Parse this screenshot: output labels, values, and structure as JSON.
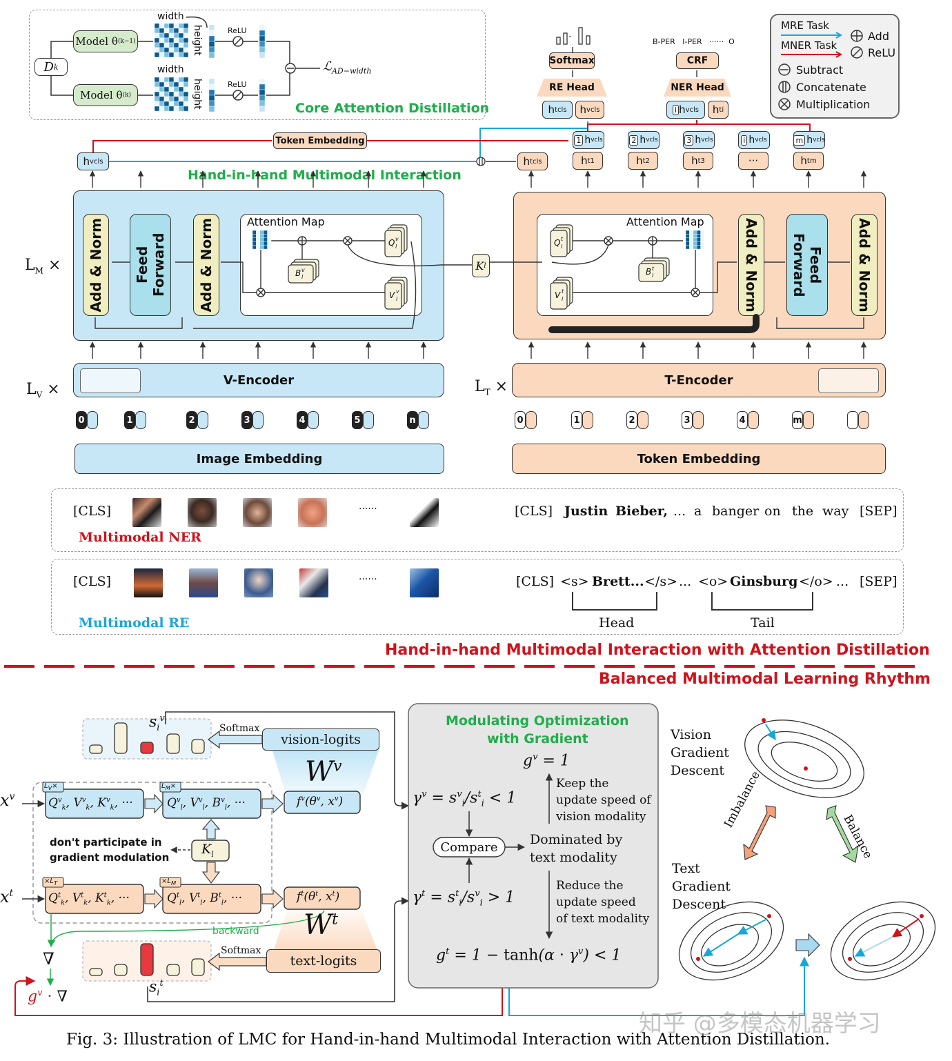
{
  "top": {
    "core_attention": {
      "title": "Core Attention Distillation",
      "dk": "D",
      "dk_sub": "k",
      "model_prev": "Model θ",
      "model_prev_sup": "(k−1)",
      "model_cur": "Model θ",
      "model_cur_sup": "(k)",
      "width": "width",
      "height": "height",
      "relu": "ReLU",
      "loss": "ℒ",
      "loss_sub": "AD−width"
    },
    "legend": {
      "mre": "MRE Task",
      "mner": "MNER Task",
      "add": "Add",
      "relu": "ReLU",
      "subtract": "Subtract",
      "concatenate": "Concatenate",
      "multiplication": "Multiplication"
    },
    "heads": {
      "softmax": "Softmax",
      "re_head": "RE Head",
      "crf": "CRF",
      "ner_head": "NER Head",
      "bio_labels": "B-PER   I-PER   ······  O",
      "re_dots": "·"
    },
    "token_embedding_bar": "Token Embedding",
    "interaction_title": "Hand-in-hand Multimodal Interaction",
    "hidden_tokens": [
      "h",
      "h",
      "h",
      "h",
      "···",
      "h"
    ],
    "hidden_subs": [
      "cls",
      "1",
      "2",
      "3",
      "",
      "m"
    ],
    "hidden_idx": [
      "1",
      "2",
      "3",
      "i",
      "m"
    ],
    "left_block": {
      "add_norm_1": "Add & Norm",
      "feed_forward": "Feed Forward",
      "add_norm_2": "Add & Norm",
      "attention_map": "Attention Map",
      "multiplier": "L",
      "multiplier_sub": "M",
      "times": "×"
    },
    "right_block": {
      "attention_map": "Attention Map",
      "add_norm_1": "Add & Norm",
      "feed_forward": "Feed Forward",
      "add_norm_2": "Add & Norm"
    },
    "kl": "K",
    "kl_sub": "l",
    "v_encoder": "V-Encoder",
    "t_encoder": "T-Encoder",
    "lv": "L",
    "lv_sub": "V",
    "lt": "L",
    "lt_sub": "T",
    "image_embedding": "Image Embedding",
    "token_embedding": "Token Embedding",
    "v_token_ids": [
      "0",
      "1",
      "2",
      "3",
      "4",
      "5",
      "n"
    ],
    "t_token_ids": [
      "0",
      "1",
      "2",
      "3",
      "4",
      "m",
      ""
    ],
    "ner": {
      "cls": "[CLS]",
      "dots": "······",
      "label": "Multimodal NER",
      "text": [
        "[CLS]",
        "Justin",
        "Bieber,",
        "...",
        "a",
        "banger",
        "on",
        "the",
        "way",
        "[SEP]"
      ]
    },
    "re": {
      "cls": "[CLS]",
      "dots": "······",
      "label": "Multimodal RE",
      "text": [
        "[CLS]",
        "<s>",
        "Brett...",
        "</s>",
        "...",
        "<o>",
        "Ginsburg",
        "</o>",
        "...",
        "[SEP]"
      ],
      "head": "Head",
      "tail": "Tail"
    }
  },
  "divider": {
    "upper": "Hand-in-hand Multimodal Interaction with Attention Distillation",
    "lower": "Balanced Multimodal Learning Rhythm"
  },
  "bottom": {
    "softmax_v": "Softmax",
    "softmax_t": "Softmax",
    "vision_logits": "vision-logits",
    "text_logits": "text-logits",
    "wv": "W",
    "wv_sup": "v",
    "wt": "W",
    "wt_sup": "t",
    "xv": "x",
    "xv_sup": "v",
    "xt": "x",
    "xt_sup": "t",
    "siv": "s",
    "sit": "s",
    "lv_tag": "L",
    "lm_tag": "L",
    "lt_tag": "L",
    "qkv_v": "Q",
    "qlb_v": "Q",
    "fv": "f",
    "qkv_t": "Q",
    "qlb_t": "Q",
    "ft": "f",
    "kl": "K",
    "no_grad_1": "don't participate in",
    "no_grad_2": "gradient modulation",
    "backward": "backward",
    "nabla": "∇",
    "gv_nabla": "g",
    "mod_title_1": "Modulating Optimization",
    "mod_title_2": "with Gradient",
    "gv_eq": "g",
    "gamma_v": "γ",
    "gamma_t": "γ",
    "compare": "Compare",
    "keep_1": "Keep the",
    "keep_2": "update speed of",
    "keep_3": "vision modality",
    "dom_1": "Dominated by",
    "dom_2": "text modality",
    "reduce_1": "Reduce the",
    "reduce_2": "update speed",
    "reduce_3": "of text modality",
    "gt_eq": "g",
    "vision_gd_1": "Vision",
    "vision_gd_2": "Gradient",
    "vision_gd_3": "Descent",
    "text_gd_1": "Text",
    "text_gd_2": "Gradient",
    "text_gd_3": "Descent",
    "imbalance": "Imbalance",
    "balance": "Balance"
  },
  "caption": "Fig. 3: Illustration of LMC for Hand-in-hand Multimodal Interaction with Attention Distillation.",
  "watermark": "知乎 @多模态机器学习",
  "colors": {
    "blue": "#c7e7f7",
    "peach": "#fbd9bf",
    "green_title": "#1fae4b",
    "red_title": "#d0121b",
    "cyan_arrow": "#18a7d8",
    "red_arrow": "#d0121b"
  }
}
